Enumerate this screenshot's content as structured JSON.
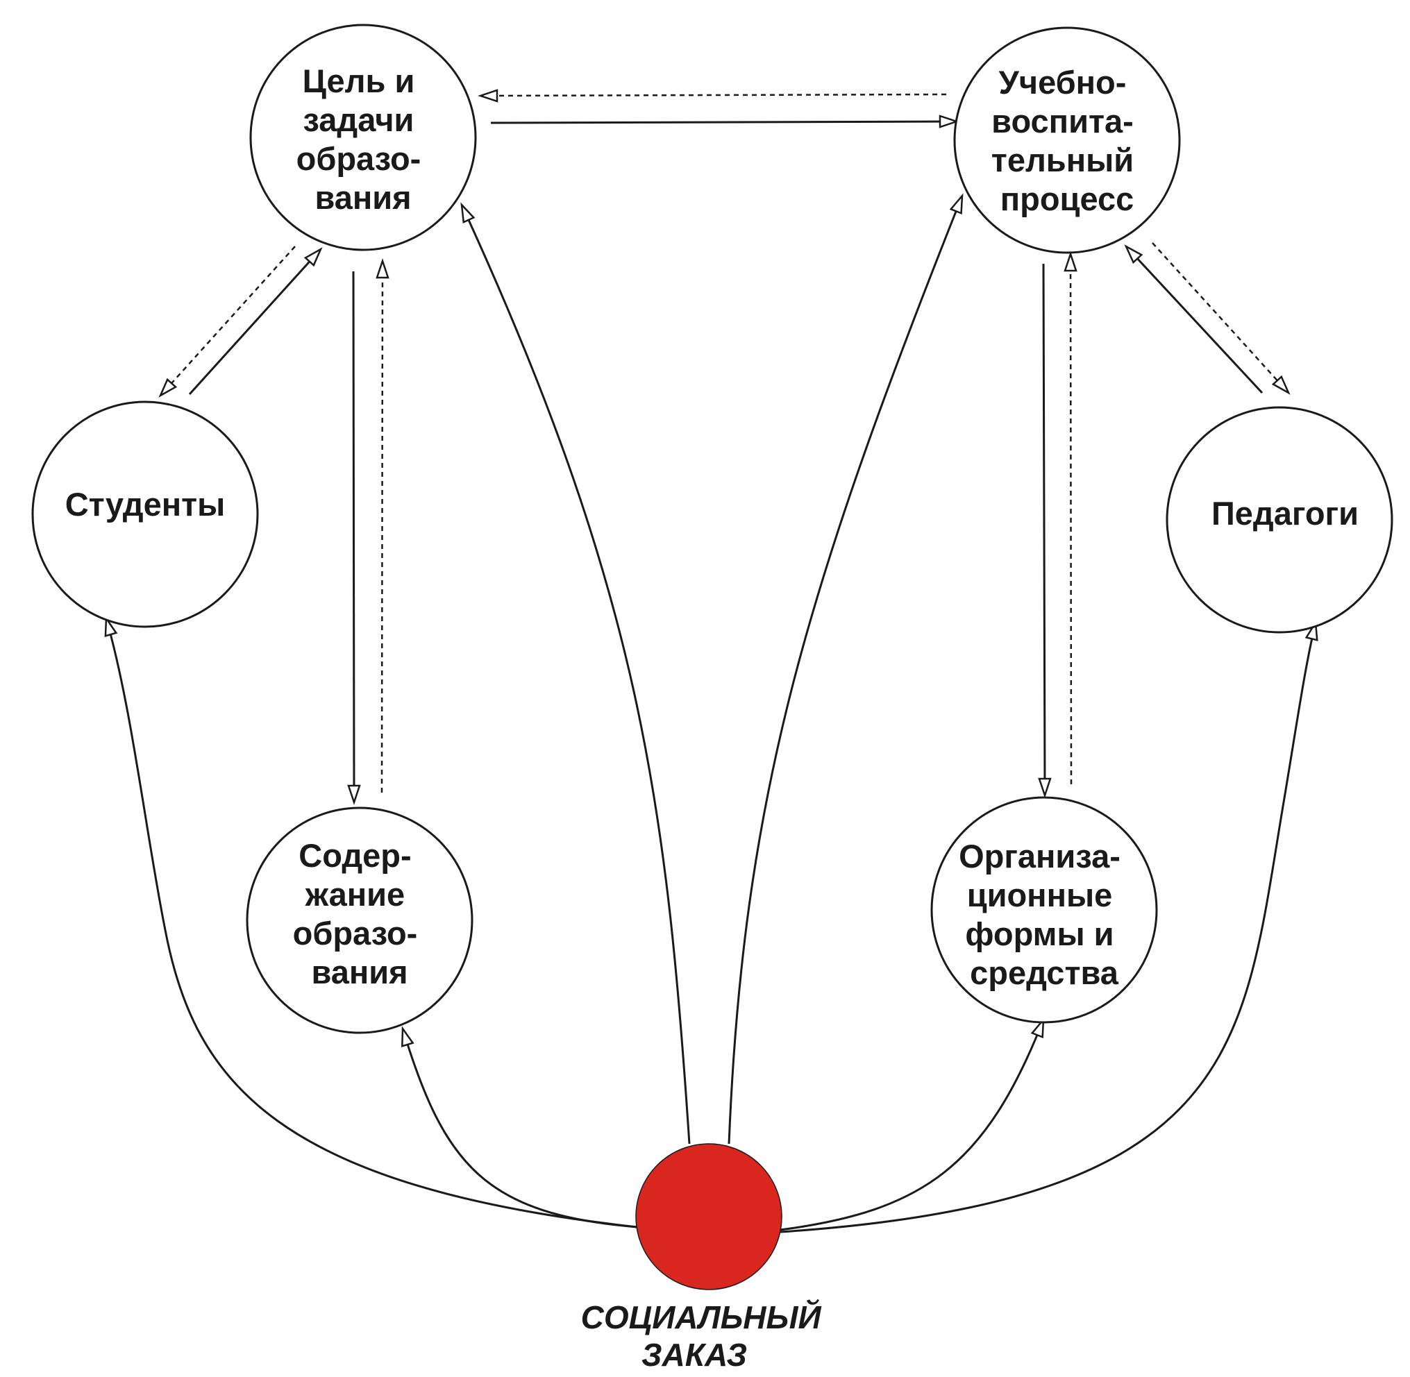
{
  "nodes": {
    "goals": {
      "lines": [
        "Цель и",
        "задачи",
        "образо-",
        "вания"
      ]
    },
    "process": {
      "lines": [
        "Учебно-",
        "воспита-",
        "тельный",
        "процесс"
      ]
    },
    "students": {
      "lines": [
        "Студенты"
      ]
    },
    "teachers": {
      "lines": [
        "Педагоги"
      ]
    },
    "content": {
      "lines": [
        "Содер-",
        "жание",
        "образо-",
        "вания"
      ]
    },
    "forms": {
      "lines": [
        "Организа-",
        "ционные",
        "формы и",
        "средства"
      ]
    },
    "social_order": {
      "lines": [
        "СОЦИАЛЬНЫЙ",
        "ЗАКАЗ"
      ]
    }
  },
  "colors": {
    "social_order_fill": "#d9261e",
    "stroke": "#1a1a1a"
  },
  "edges": [
    {
      "from": "goals",
      "to": "process",
      "style": "solid"
    },
    {
      "from": "process",
      "to": "goals",
      "style": "dashed"
    },
    {
      "from": "students",
      "to": "goals",
      "style": "solid"
    },
    {
      "from": "goals",
      "to": "students",
      "style": "dashed"
    },
    {
      "from": "goals",
      "to": "content",
      "style": "solid"
    },
    {
      "from": "content",
      "to": "goals",
      "style": "dashed"
    },
    {
      "from": "teachers",
      "to": "process",
      "style": "solid"
    },
    {
      "from": "process",
      "to": "teachers",
      "style": "dashed"
    },
    {
      "from": "process",
      "to": "forms",
      "style": "solid"
    },
    {
      "from": "forms",
      "to": "process",
      "style": "dashed"
    },
    {
      "from": "social_order",
      "to": "goals",
      "style": "solid"
    },
    {
      "from": "social_order",
      "to": "process",
      "style": "solid"
    },
    {
      "from": "social_order",
      "to": "students",
      "style": "solid"
    },
    {
      "from": "social_order",
      "to": "content",
      "style": "solid"
    },
    {
      "from": "social_order",
      "to": "forms",
      "style": "solid"
    },
    {
      "from": "social_order",
      "to": "teachers",
      "style": "solid"
    }
  ]
}
